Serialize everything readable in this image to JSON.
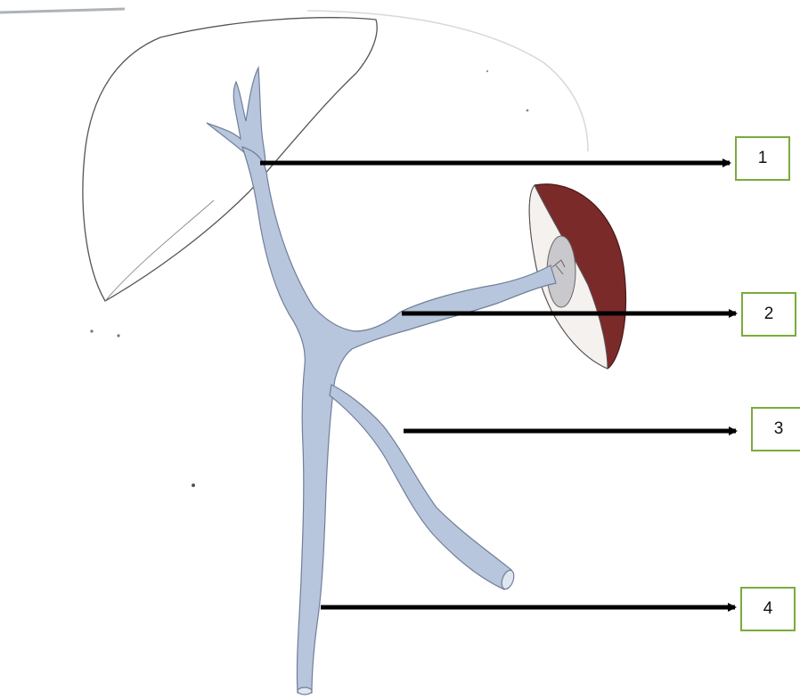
{
  "labels": [
    "1",
    "2",
    "3",
    "4"
  ],
  "colors": {
    "vein_fill": "#b7c6dc",
    "vein_stroke": "#6f7f99",
    "spleen_red": "#7b2a2a",
    "pointer": "#000000",
    "label_border": "#7aab3c"
  }
}
